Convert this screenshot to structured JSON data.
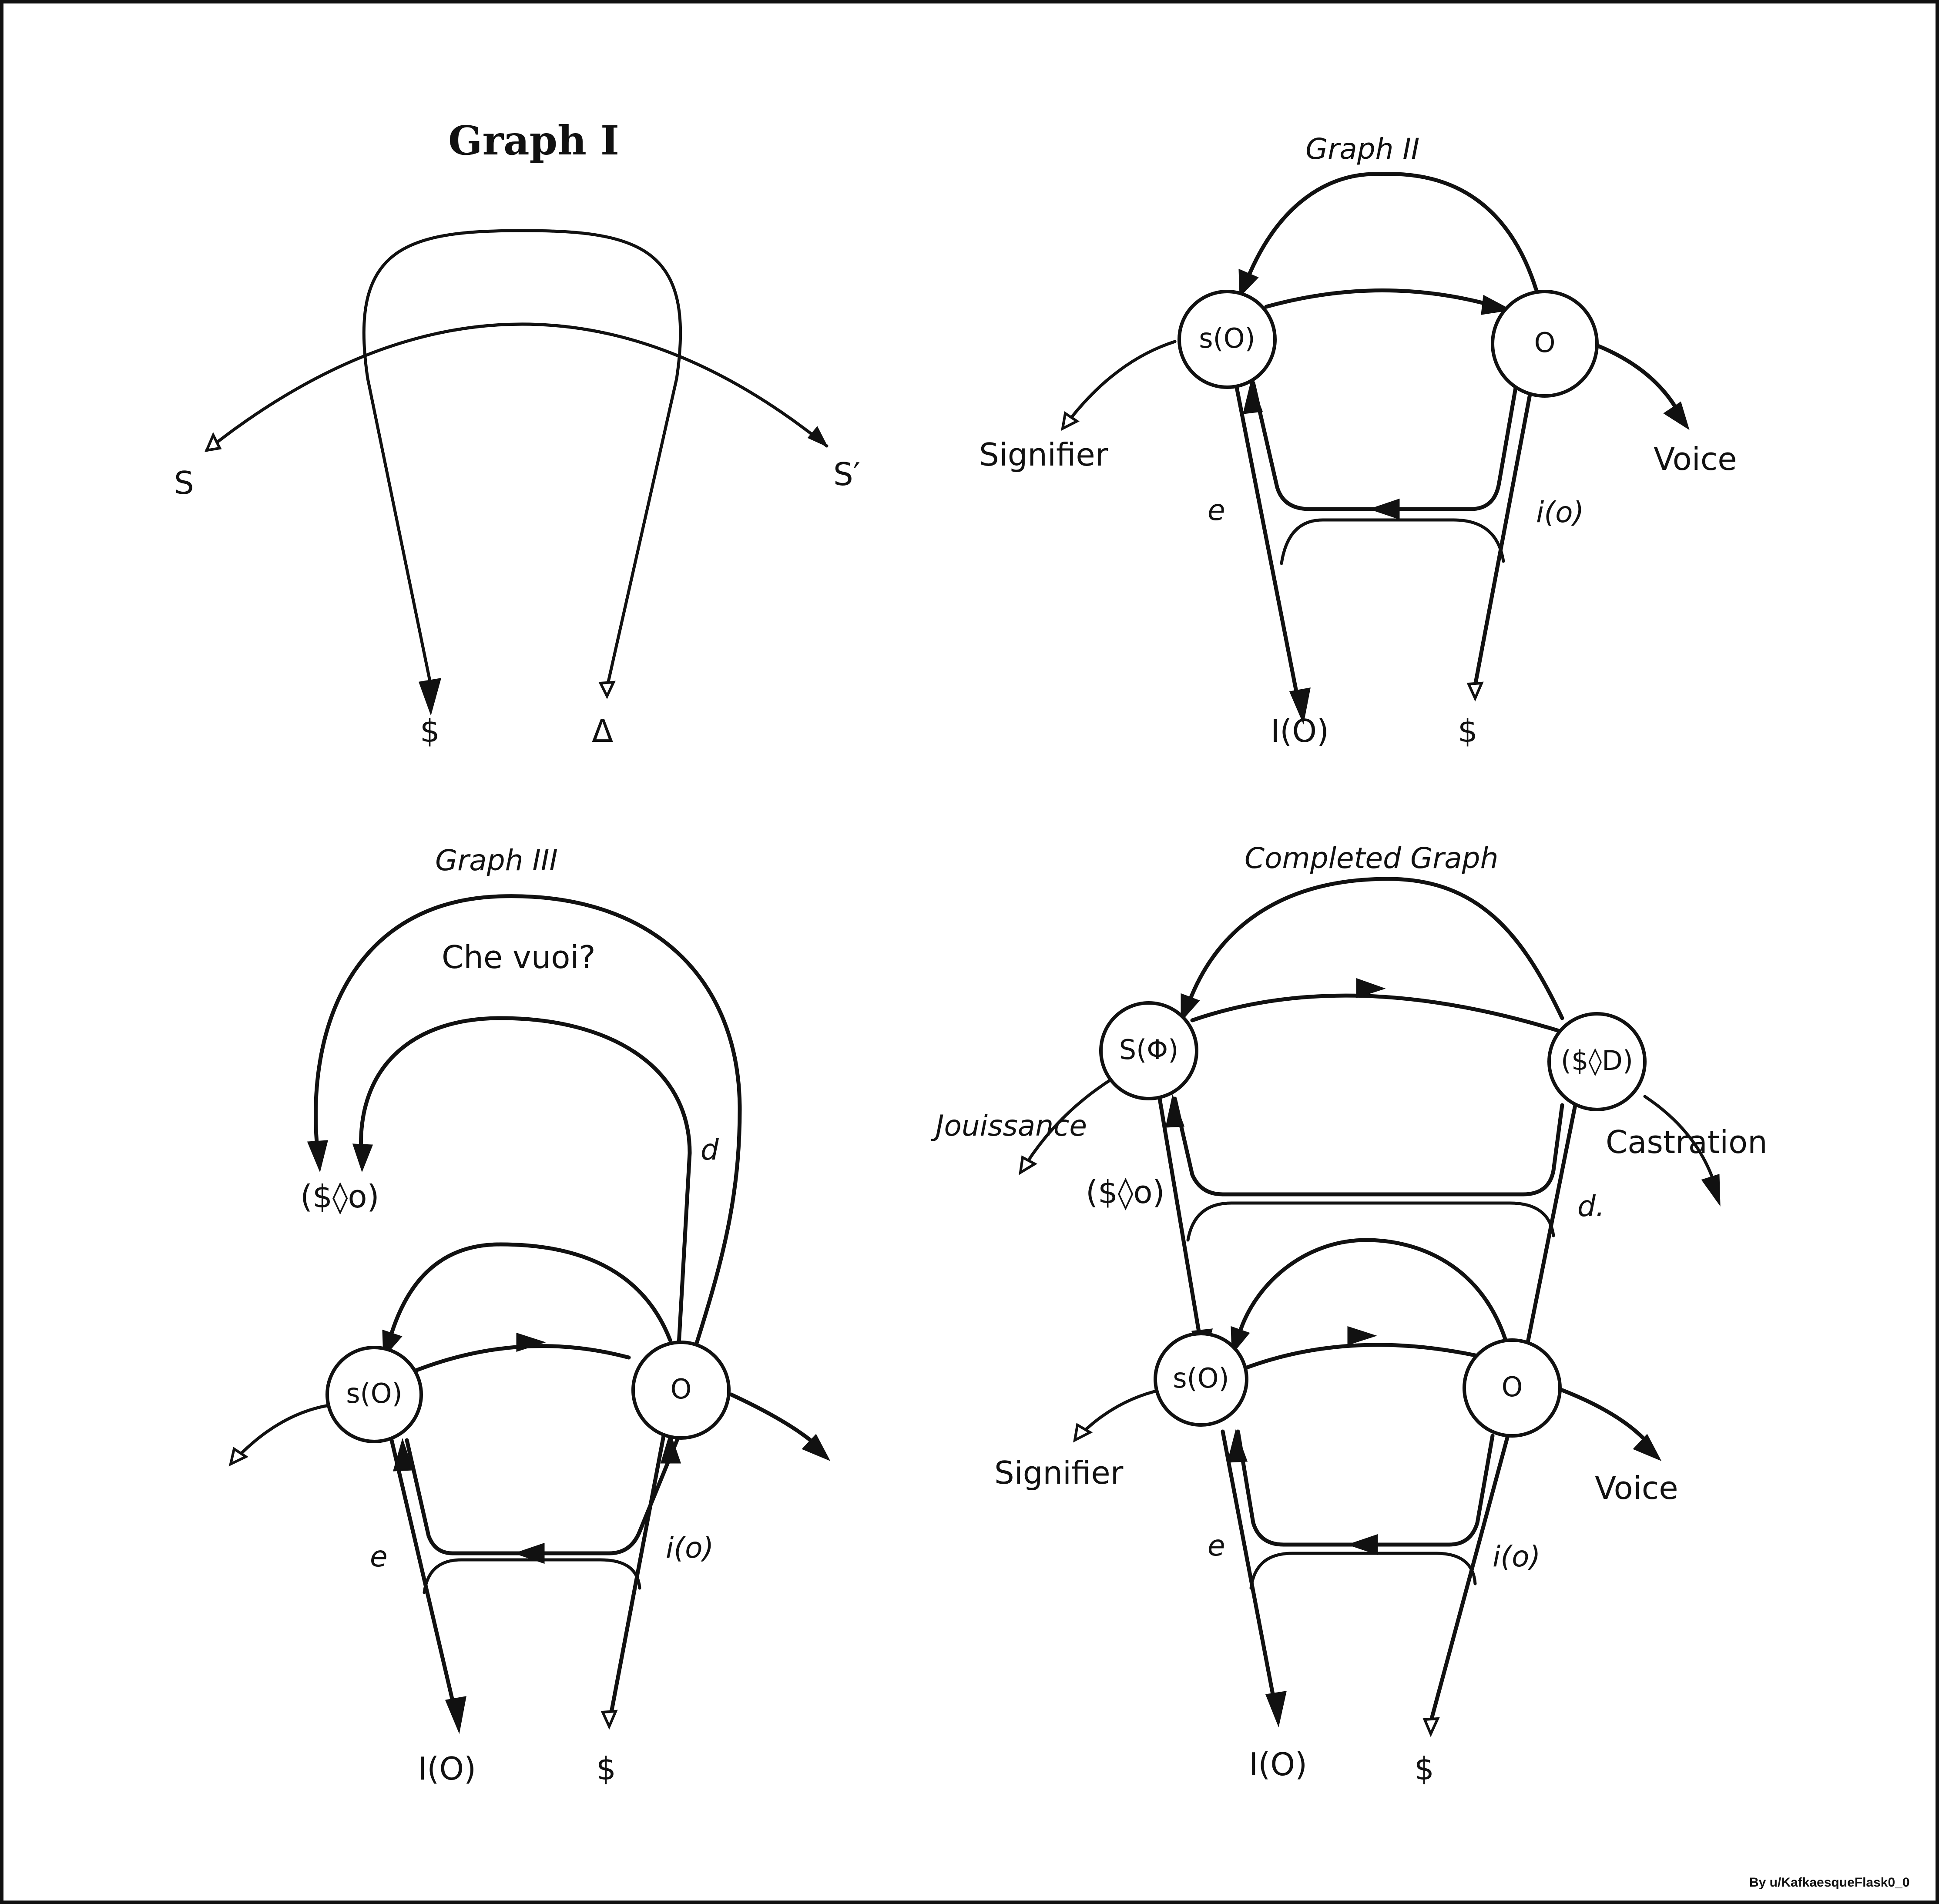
{
  "graph1": {
    "title": "Graph I",
    "labels": {
      "s_left": "S",
      "s_right": "S′",
      "barred_s": "$",
      "delta": "Δ"
    }
  },
  "graph2": {
    "title": "Graph II",
    "nodes": {
      "left": "s(O)",
      "right": "O"
    },
    "labels": {
      "signifier": "Signifier",
      "voice": "Voice",
      "e": "e",
      "i_o": "i(o)",
      "I_O": "I(O)",
      "barred_s": "$"
    }
  },
  "graph3": {
    "title": "Graph III",
    "nodes": {
      "left": "s(O)",
      "right": "O"
    },
    "labels": {
      "che_vuoi": "Che vuoi?",
      "fantasy": "($◊o)",
      "d": "d",
      "e": "e",
      "i_o": "i(o)",
      "I_O": "I(O)",
      "barred_s": "$"
    }
  },
  "graph4": {
    "title": "Completed Graph",
    "nodes": {
      "top_left": "S(Φ)",
      "top_right": "($◊D)",
      "bottom_left": "s(O)",
      "bottom_right": "O"
    },
    "labels": {
      "jouissance": "Jouissance",
      "castration": "Castration",
      "fantasy": "($◊o)",
      "d": "d.",
      "signifier": "Signifier",
      "voice": "Voice",
      "e": "e",
      "i_o": "i(o)",
      "I_O": "I(O)",
      "barred_s": "$"
    }
  },
  "credit": "By u/KafkaesqueFlask0_0"
}
